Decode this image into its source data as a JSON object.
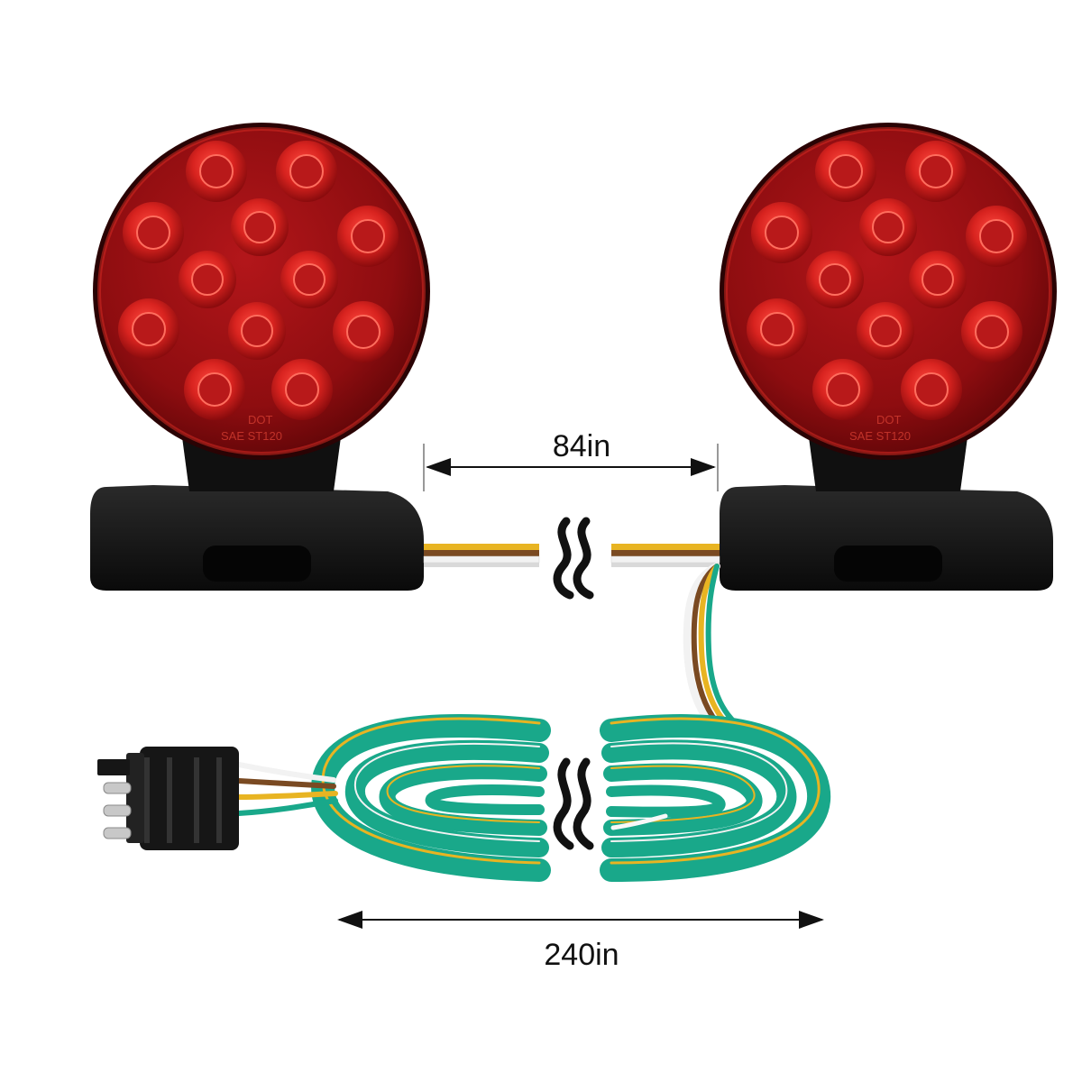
{
  "dimensions": {
    "short_cable": "84in",
    "main_harness": "240in"
  },
  "lens_marking": [
    "DOT",
    "SAE ST120"
  ],
  "colors": {
    "background": "#ffffff",
    "lens_red": "#c41418",
    "lens_dark": "#7a0a0c",
    "housing_black": "#141414",
    "wire_green": "#19a88a",
    "wire_yellow": "#e8b422",
    "wire_brown": "#7a4a22",
    "wire_white": "#f2f2f2"
  },
  "icons": [
    "break-symbol",
    "dimension-arrow"
  ]
}
